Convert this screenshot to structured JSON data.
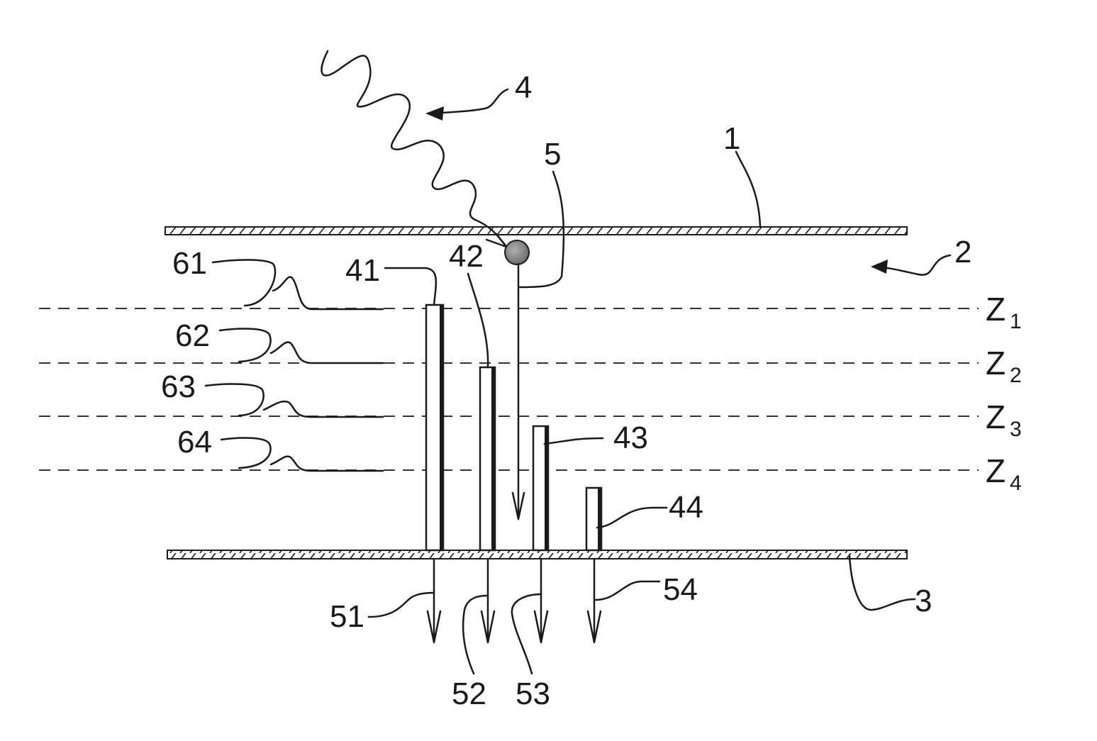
{
  "labels": {
    "top_plate": "1",
    "gap_region": "2",
    "bottom_plate": "3",
    "radiation": "4",
    "particle_path": "5",
    "pillar_1": "41",
    "pillar_2": "42",
    "pillar_3": "43",
    "pillar_4": "44",
    "output_1": "51",
    "output_2": "52",
    "output_3": "53",
    "output_4": "54",
    "level_1": "61",
    "level_2": "62",
    "level_3": "63",
    "level_4": "64"
  },
  "z_levels": [
    {
      "letter": "Z",
      "sub": "1"
    },
    {
      "letter": "Z",
      "sub": "2"
    },
    {
      "letter": "Z",
      "sub": "3"
    },
    {
      "letter": "Z",
      "sub": "4"
    }
  ],
  "colors": {
    "ink": "#1a1a1a",
    "particle": "#8a8a8a",
    "background": "#ffffff"
  }
}
